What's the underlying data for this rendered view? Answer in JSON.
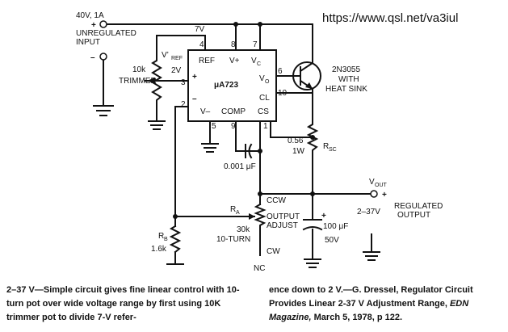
{
  "url": "https://www.qsl.net/va3iul",
  "input": {
    "voltage": "40V, 1A",
    "line1": "UNREGULATED",
    "line2": "INPUT",
    "plus": "+",
    "minus": "–"
  },
  "ic": {
    "name": "μA723",
    "pins": {
      "ref": "REF",
      "vplus": "V+",
      "vc": "V",
      "vc_sub": "C",
      "vo": "V",
      "vo_sub": "O",
      "cl": "CL",
      "cs": "CS",
      "vminus": "V–",
      "comp": "COMP",
      "plus": "+",
      "minus": "–"
    },
    "pin_numbers": {
      "p4": "4",
      "p8": "8",
      "p7": "7",
      "p6": "6",
      "p10": "10",
      "p3": "3",
      "p2": "2",
      "p5": "5",
      "p9": "9",
      "p1": "1"
    }
  },
  "ref": {
    "voltage": "7V",
    "vref": "V’",
    "vref_sub": "REF",
    "vref_value": "2V"
  },
  "trimmer": {
    "value": "10k",
    "name": "TRIMMER"
  },
  "transistor": {
    "part": "2N3055",
    "line2": "WITH",
    "line3": "HEAT SINK"
  },
  "rsc": {
    "value": "0.56",
    "power": "1W",
    "name": "R",
    "name_sub": "SC"
  },
  "comp_cap": {
    "value": "0.001 μF"
  },
  "output": {
    "name": "V",
    "name_sub": "OUT",
    "plus": "+",
    "range": "2–37V",
    "line1": "REGULATED",
    "line2": "OUTPUT"
  },
  "ra": {
    "name": "R",
    "name_sub": "A",
    "value": "30k",
    "turns": "10-TURN",
    "line1": "OUTPUT",
    "line2": "ADJUST",
    "ccw": "CCW",
    "cw": "CW",
    "nc": "NC"
  },
  "rb": {
    "name": "R",
    "name_sub": "B",
    "value": "1.6k"
  },
  "out_cap": {
    "plus": "+",
    "value": "100 μF",
    "voltage": "50V"
  },
  "caption": {
    "left": "2–37 V—Simple circuit gives fine linear control with 10-turn pot over wide voltage range by first using 10K trimmer pot to divide 7-V refer-",
    "right_1": "ence down to 2 V.—G. Dressel, Regulator Circuit Provides Linear 2-37 V Adjustment Range,",
    "right_magazine": "EDN Magazine,",
    "right_2": " March 5, 1978, p 122."
  }
}
